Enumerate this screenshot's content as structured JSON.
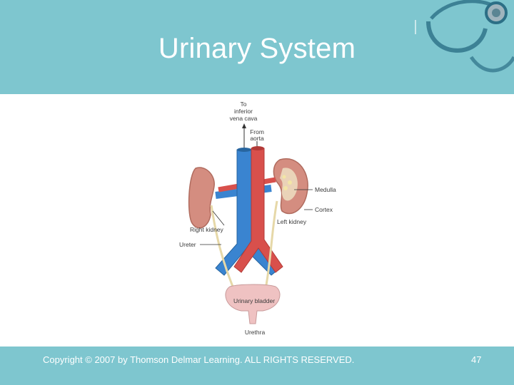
{
  "slide": {
    "title": "Urinary System",
    "footer_copyright": "Copyright © 2007 by Thomson Delmar Learning. ALL RIGHTS RESERVED.",
    "page_number": "47"
  },
  "diagram": {
    "labels": {
      "to_ivc_1": "To",
      "to_ivc_2": "inferior",
      "to_ivc_3": "vena cava",
      "from_aorta_1": "From",
      "from_aorta_2": "aorta",
      "medulla": "Medulla",
      "cortex": "Cortex",
      "left_kidney": "Left kidney",
      "right_kidney": "Right kidney",
      "ureter": "Ureter",
      "urinary_bladder": "Urinary bladder",
      "urethra": "Urethra"
    }
  },
  "colors": {
    "header_band": "#7ec6cf",
    "vein": "#3a84d0",
    "artery": "#d8504c",
    "kidney": "#d48d80",
    "bladder": "#efc2c2"
  },
  "icons": [
    "stethoscope-icon"
  ]
}
